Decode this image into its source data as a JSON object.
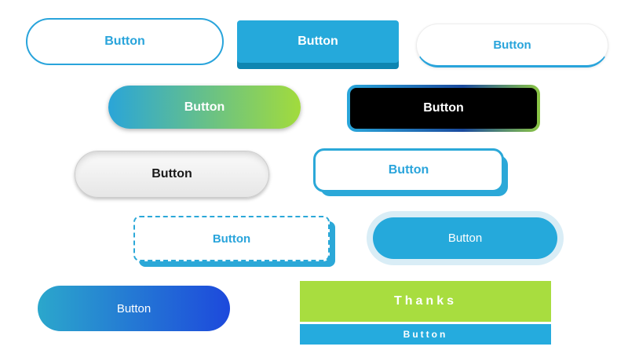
{
  "page": {
    "background_color": "#ffffff",
    "accent_blue": "#29a4db",
    "accent_dark_blue": "#0e85b1",
    "accent_green": "#a2db3c",
    "accent_royal_blue": "#1d49dc",
    "halo_blue": "#d9edf6"
  },
  "buttons": {
    "outline_pill": {
      "label": "Button",
      "text_color": "#29a4db",
      "border_color": "#29a4db"
    },
    "solid_3d": {
      "label": "Button",
      "bg": "#25a9db",
      "shadow_color": "#0e85b1",
      "text_color": "#ffffff"
    },
    "white_pill": {
      "label": "Button",
      "bg": "#ffffff",
      "bottom_edge_color": "#29a4db",
      "text_color": "#29a4db"
    },
    "gradient_green": {
      "label": "Button",
      "gradient_from": "#2aa5d8",
      "gradient_to": "#a2db3c",
      "text_color": "#ffffff"
    },
    "black_gradient_border": {
      "label": "Button",
      "bg": "#000000",
      "border_gradient": [
        "#2aa7db",
        "#1a4a9e",
        "#8cc644"
      ],
      "text_color": "#ffffff"
    },
    "gray_glossy": {
      "label": "Button",
      "gradient_from": "#fbfbfb",
      "gradient_to": "#e6e6e6",
      "text_color": "#1a1a1a"
    },
    "blue_outline_offset": {
      "label": "Button",
      "border_color": "#2ba8d8",
      "shadow_color": "#2ba8d8",
      "text_color": "#29a4db"
    },
    "dashed_offset": {
      "label": "Button",
      "border_style": "dashed",
      "border_color": "#2ba8d8",
      "shadow_color": "#2ba8d8",
      "text_color": "#29a4db"
    },
    "glow_pill": {
      "label": "Button",
      "bg": "#25a9db",
      "halo_color": "#d9edf6",
      "text_color": "#ffffff"
    },
    "gradient_blue": {
      "label": "Button",
      "gradient_from": "#2ba7cc",
      "gradient_to": "#1d49dc",
      "text_color": "#ffffff"
    },
    "thanks_green": {
      "label": "Thanks",
      "bg": "#a8dd3f",
      "text_color": "#ffffff"
    },
    "thanks_blue": {
      "label": "Button",
      "bg": "#25abde",
      "text_color": "#ffffff"
    }
  }
}
